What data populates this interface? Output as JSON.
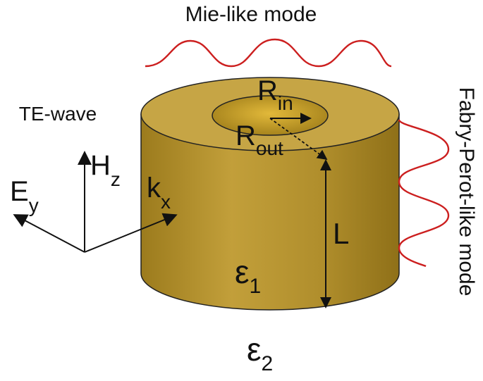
{
  "titles": {
    "mie_mode": "Mie-like mode",
    "fabry_perot_mode": "Fabry-Perot-like mode",
    "te_wave": "TE-wave"
  },
  "field_labels": {
    "e_main": "E",
    "e_sub": "y",
    "h_main": "H",
    "h_sub": "z",
    "k_main": "k",
    "k_sub": "x"
  },
  "geometry_labels": {
    "r_in_main": "R",
    "r_in_sub": "in",
    "r_out_main": "R",
    "r_out_sub": "out",
    "length": "L"
  },
  "media_labels": {
    "eps1_main": "ε",
    "eps1_sub": "1",
    "eps2_main": "ε",
    "eps2_sub": "2"
  },
  "colors": {
    "cylinder_side": "#b8962e",
    "cylinder_top": "#c9a84a",
    "hole": "#9a7a1c",
    "hole_inner": "#d6ae34",
    "outline": "#222222",
    "wave": "#cc1f1f",
    "arrow": "#111111"
  }
}
